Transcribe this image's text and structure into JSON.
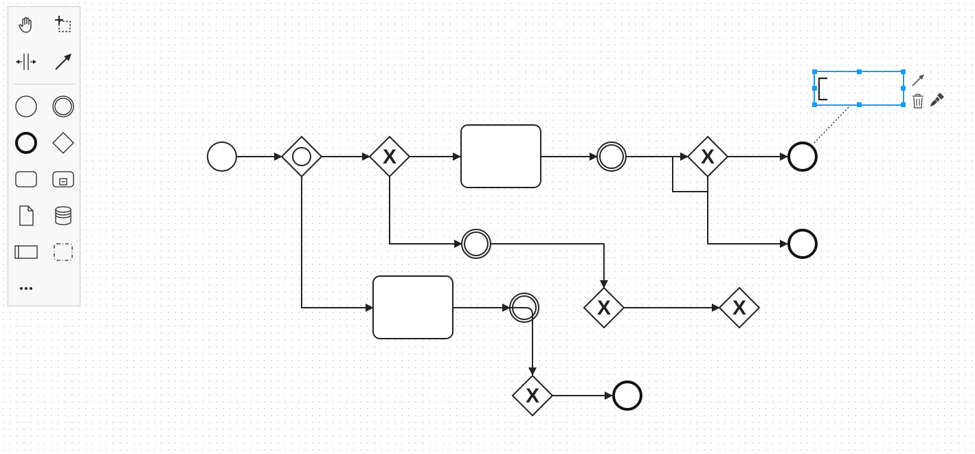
{
  "palette": {
    "tools": [
      {
        "id": "hand-tool",
        "icon": "hand-icon"
      },
      {
        "id": "lasso-tool",
        "icon": "lasso-icon"
      },
      {
        "id": "space-tool",
        "icon": "space-tool-icon"
      },
      {
        "id": "global-connect-tool",
        "icon": "connect-arrow-icon"
      },
      {
        "id": "create-start-event",
        "icon": "start-event-icon"
      },
      {
        "id": "create-intermediate-event",
        "icon": "intermediate-event-icon"
      },
      {
        "id": "create-end-event",
        "icon": "end-event-icon"
      },
      {
        "id": "create-gateway",
        "icon": "gateway-icon"
      },
      {
        "id": "create-task",
        "icon": "task-icon"
      },
      {
        "id": "create-subprocess",
        "icon": "subprocess-icon"
      },
      {
        "id": "create-data-object",
        "icon": "data-object-icon"
      },
      {
        "id": "create-data-store",
        "icon": "data-store-icon"
      },
      {
        "id": "create-pool",
        "icon": "pool-icon"
      },
      {
        "id": "create-group",
        "icon": "group-icon"
      },
      {
        "id": "more-tools",
        "icon": "more-icon"
      }
    ]
  },
  "diagram": {
    "elements": [
      "start-event",
      "event-based-gateway",
      "exclusive-gateway",
      "task",
      "intermediate-event",
      "exclusive-gateway",
      "end-event",
      "end-event",
      "intermediate-event",
      "exclusive-gateway",
      "exclusive-gateway",
      "task",
      "intermediate-event",
      "exclusive-gateway",
      "end-event",
      "text-annotation"
    ],
    "gateway_marker": "X",
    "selection_color": "#1e9be9",
    "stroke_color": "#222222"
  },
  "context_pad": {
    "actions": [
      {
        "id": "connect",
        "icon": "connect-arrow-icon"
      },
      {
        "id": "delete",
        "icon": "trash-icon"
      },
      {
        "id": "color",
        "icon": "paint-brush-icon"
      }
    ]
  }
}
